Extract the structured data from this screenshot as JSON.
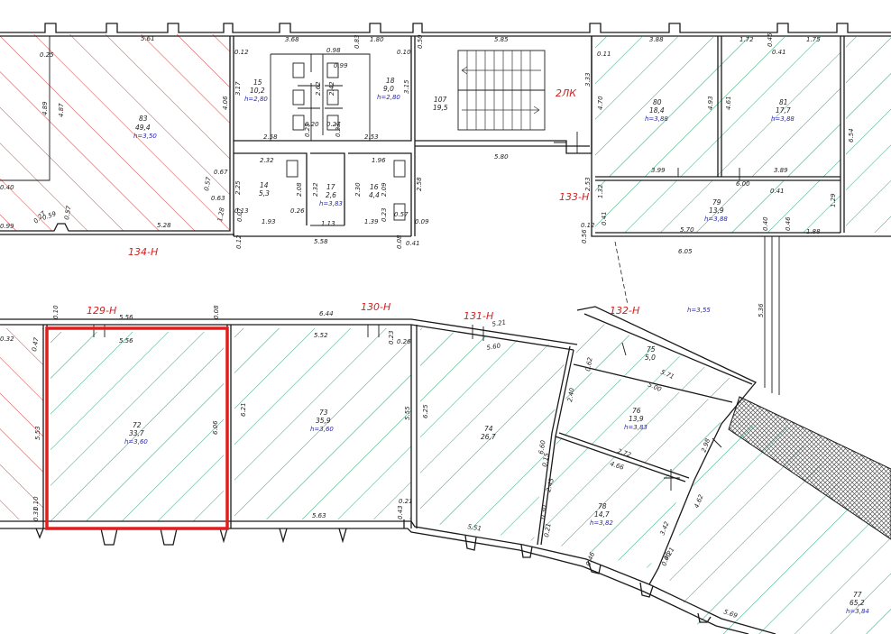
{
  "colors": {
    "green_hatch": "#1e9e6a",
    "red_hatch": "#d43030",
    "wall": "#1a1a1a",
    "height_text": "#2a2ab0",
    "tag_text": "#d42020",
    "selection": "#e01e1e"
  },
  "tags": {
    "t134": "134-Н",
    "t133": "133-Н",
    "t129": "129-Н",
    "t130": "130-Н",
    "t131": "131-Н",
    "t132": "132-Н",
    "lk": "2ЛК"
  },
  "rooms": {
    "r83": {
      "num": "83",
      "area": "49,4",
      "h": "h=3,50"
    },
    "r15": {
      "num": "15",
      "area": "10,2",
      "h": "h=2,80"
    },
    "r18": {
      "num": "18",
      "area": "9,0",
      "h": "h=2,80"
    },
    "r107": {
      "num": "107",
      "area": "19,5"
    },
    "r80": {
      "num": "80",
      "area": "18,4",
      "h": "h=3,88"
    },
    "r81": {
      "num": "81",
      "area": "17,7",
      "h": "h=3,88"
    },
    "r14": {
      "num": "14",
      "area": "5,3"
    },
    "r17": {
      "num": "17",
      "area": "2,6",
      "h": "h=3,83"
    },
    "r16": {
      "num": "16",
      "area": "4,4"
    },
    "r79": {
      "num": "79",
      "area": "13,9",
      "h": "h=3,88"
    },
    "r72": {
      "num": "72",
      "area": "33,7",
      "h": "h=3,60"
    },
    "r73": {
      "num": "73",
      "area": "35,9",
      "h": "h=3,60"
    },
    "r74": {
      "num": "74",
      "area": "26,7"
    },
    "r75": {
      "num": "75",
      "area": "5,0"
    },
    "r76": {
      "num": "76",
      "area": "13,9",
      "h": "h=3,83"
    },
    "r78": {
      "num": "78",
      "area": "14,7",
      "h": "h=3,82"
    },
    "r77": {
      "num": "77",
      "area": "65,2",
      "h": "h=3,84"
    },
    "corridor_h": "h=3,55"
  },
  "dims": {
    "d561": "5.61",
    "d025": "0.25",
    "d489": "4.89",
    "d487": "4.87",
    "d528": "5.28",
    "d099": "0.99",
    "d027": "0.27",
    "d059": "0.59",
    "d057": "0.57",
    "d067": "0.67",
    "d063": "0.63",
    "d128": "1.28",
    "d057b": "0.57",
    "d406": "4.06",
    "d040": "0.40",
    "d368": "3.68",
    "d098": "0.98",
    "d083": "0.83",
    "d180": "1.80",
    "d050": "0.50",
    "d012": "0.12",
    "d317": "3.17",
    "d099b": "0.99",
    "d262": "2.62",
    "d242": "2.42",
    "d315": "3.15",
    "d010": "0.10",
    "d020": "0.20",
    "d027b": "0.27",
    "d023": "0.23",
    "d023b": "0.23",
    "d258": "2.58",
    "d253": "2.53",
    "d585": "5.85",
    "d333": "3.33",
    "d580": "5.80",
    "d232": "2.32",
    "d196": "1.96",
    "d225": "2.25",
    "d208": "2.08",
    "d232b": "2.32",
    "d230": "2.30",
    "d209": "2.09",
    "d258b": "2.58",
    "d013": "0.13",
    "d007": "0.07",
    "d026": "0.26",
    "d113": "1.13",
    "d023c": "0.23",
    "d057c": "0.57",
    "d193": "1.93",
    "d139": "1.39",
    "d009": "0.09",
    "d012b": "0.12",
    "d558": "5.58",
    "d008": "0.08",
    "d041": "0.41",
    "d388": "3.88",
    "d172": "1.72",
    "d045": "0.45",
    "d175": "1.75",
    "d041b": "0.41",
    "d011": "0.11",
    "d470": "4.70",
    "d493": "4.93",
    "d461": "4.61",
    "d654": "6.54",
    "d399": "3.99",
    "d389": "3.89",
    "d253b": "2.53",
    "d132": "1.32",
    "d600": "6.00",
    "d129": "1.29",
    "d041c": "0.41",
    "d012c": "0.12",
    "d056": "0.56",
    "d041d": "0.41",
    "d570": "5.70",
    "d040b": "0.40",
    "d046": "0.46",
    "d188": "1.88",
    "d605": "6.05",
    "d536": "5.36",
    "d010b": "0.10",
    "d556": "5.56",
    "d008b": "0.08",
    "d644": "6.44",
    "d556b": "5.56",
    "d552": "5.52",
    "d023d": "0.23",
    "d026b": "0.26",
    "d521": "5.21",
    "d560": "5.60",
    "d032": "0.32",
    "d047": "0.47",
    "d553": "5.53",
    "d621": "6.21",
    "d606": "6.06",
    "d555": "5.55",
    "d625": "6.25",
    "d010c": "0.10",
    "d031": "0.31",
    "d021": "0.21",
    "d043": "0.43",
    "d563": "5.63",
    "d551": "5.51",
    "d571": "5.71",
    "d500": "5.00",
    "d062": "0.62",
    "d240": "2.40",
    "d272": "2.72",
    "d466": "4.66",
    "d298": "2.98",
    "d660": "6.60",
    "d015": "0.15",
    "d245": "2.45",
    "d030": "0.30",
    "d342": "3.42",
    "d462": "4.62",
    "d021b": "0.21",
    "d046b": "0.46",
    "d046c": "0.46",
    "d569": "5.69",
    "d021c": "0.21"
  }
}
